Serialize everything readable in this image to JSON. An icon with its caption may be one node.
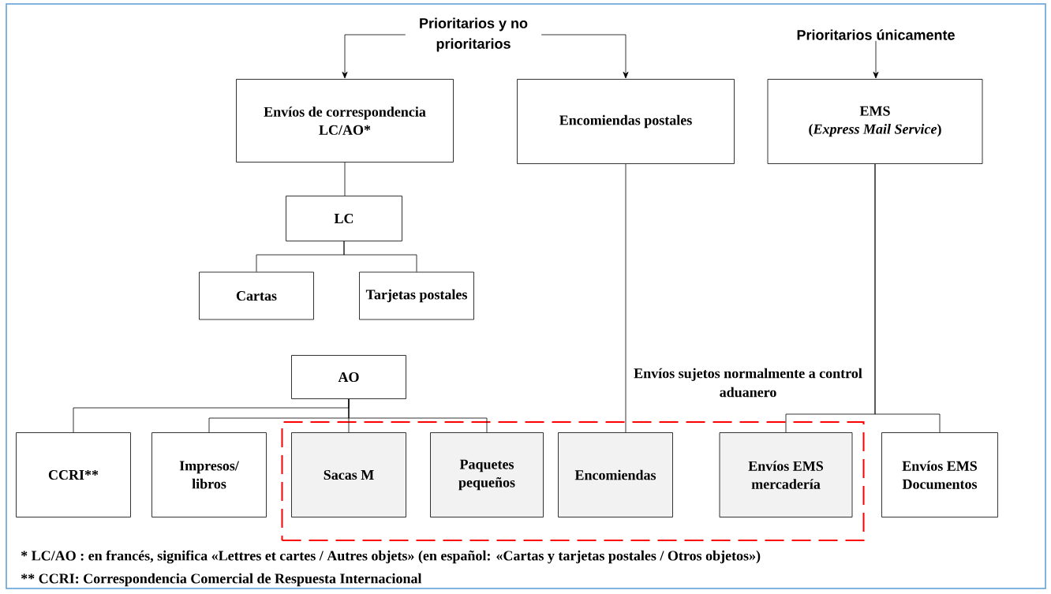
{
  "diagram": {
    "nodes": [
      {
        "text": [
          "Prioritarios y no prioritarios"
        ]
      },
      {
        "text": [
          "Prioritarios únicamente"
        ]
      },
      {
        "text": [
          "Envíos de correspondencia LC/AO*"
        ]
      },
      {
        "text": [
          "Encomiendas postales"
        ]
      },
      {
        "text": [
          "EMS",
          "(*Express Mail Service*)"
        ]
      },
      {
        "text": [
          "LC"
        ]
      },
      {
        "text": [
          "Cartas"
        ]
      },
      {
        "text": [
          "Tarjetas postales"
        ]
      },
      {
        "text": [
          "AO"
        ]
      },
      {
        "text": [
          "CCRI**"
        ]
      },
      {
        "text": [
          "Impresos/ libros"
        ]
      },
      {
        "text": [
          "Envíos sujetos normalmente a control aduanero"
        ]
      },
      {
        "text": [
          "Sacas M"
        ],
        "in": 11
      },
      {
        "text": [
          "Paquetes pequeños"
        ],
        "in": 11
      },
      {
        "text": [
          "Encomiendas"
        ],
        "in": 11
      },
      {
        "text": [
          "Envíos EMS mercadería"
        ],
        "in": 11
      },
      {
        "text": [
          "Envíos EMS Documentos"
        ]
      }
    ],
    "edges": [
      {
        "from": 0,
        "to": 2,
        "arrow": "to"
      },
      {
        "from": 0,
        "to": 3,
        "arrow": "to"
      },
      {
        "from": 1,
        "to": 4,
        "arrow": "to"
      },
      {
        "from": 2,
        "to": 5,
        "arrow": "none"
      },
      {
        "from": 5,
        "to": 6,
        "arrow": "none"
      },
      {
        "from": 5,
        "to": 7,
        "arrow": "none"
      },
      {
        "from": 8,
        "to": 9,
        "arrow": "none"
      },
      {
        "from": 8,
        "to": 10,
        "arrow": "none"
      },
      {
        "from": 8,
        "to": 12,
        "arrow": "none"
      },
      {
        "from": 8,
        "to": 13,
        "arrow": "none"
      },
      {
        "from": 3,
        "to": 14,
        "arrow": "none"
      },
      {
        "from": 4,
        "to": 15,
        "arrow": "none"
      },
      {
        "from": 4,
        "to": 16,
        "arrow": "none"
      }
    ],
    "labels": [
      "* LC/AO : en francés, significa «Lettres et cartes / Autres objets» (en español: «Cartas y tarjetas postales / Otros objetos»)",
      "** CCRI: Correspondencia Comercial de Respuesta Internacional"
    ]
  }
}
